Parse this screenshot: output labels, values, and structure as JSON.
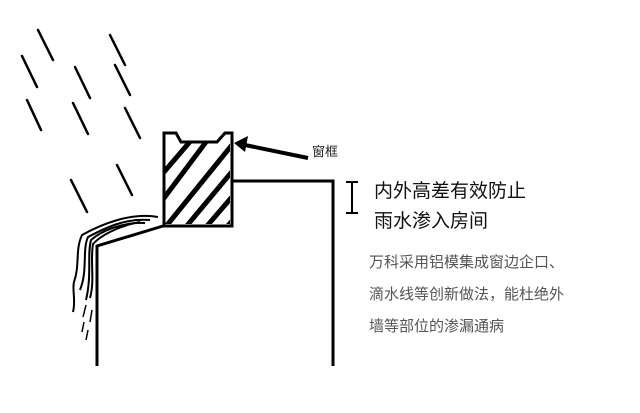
{
  "frame_label": "窗框",
  "headline": [
    "内外高差有效防止",
    "雨水渗入房间"
  ],
  "description": [
    "万科采用铝模集成窗边企口、",
    "滴水线等创新做法，能杜绝外",
    "墙等部位的渗漏通病"
  ]
}
